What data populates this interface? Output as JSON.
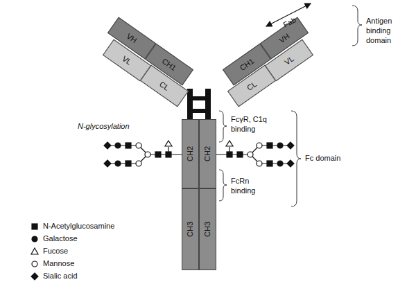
{
  "diagram": {
    "nodes": [
      {
        "text": [
          "VH"
        ]
      },
      {
        "text": [
          "CH1"
        ]
      },
      {
        "text": [
          "VL"
        ]
      },
      {
        "text": [
          "CL"
        ]
      },
      {
        "text": [
          "CH1"
        ]
      },
      {
        "text": [
          "VH"
        ]
      },
      {
        "text": [
          "CL"
        ]
      },
      {
        "text": [
          "VL"
        ]
      },
      {
        "text": [
          "CH2"
        ]
      },
      {
        "text": [
          "CH2"
        ]
      },
      {
        "text": [
          "CH3"
        ]
      },
      {
        "text": [
          "CH3"
        ]
      }
    ],
    "labels": [
      "Fab",
      "Antigen binding domain",
      "FcγR, C1q binding",
      "FcRn binding",
      "Fc domain",
      "N-glycosylation"
    ],
    "legend": [
      {
        "text": "N-Acetylglucosamine"
      },
      {
        "text": "Galactose"
      },
      {
        "text": "Fucose"
      },
      {
        "text": "Mannose"
      },
      {
        "text": "Sialic acid"
      }
    ]
  }
}
